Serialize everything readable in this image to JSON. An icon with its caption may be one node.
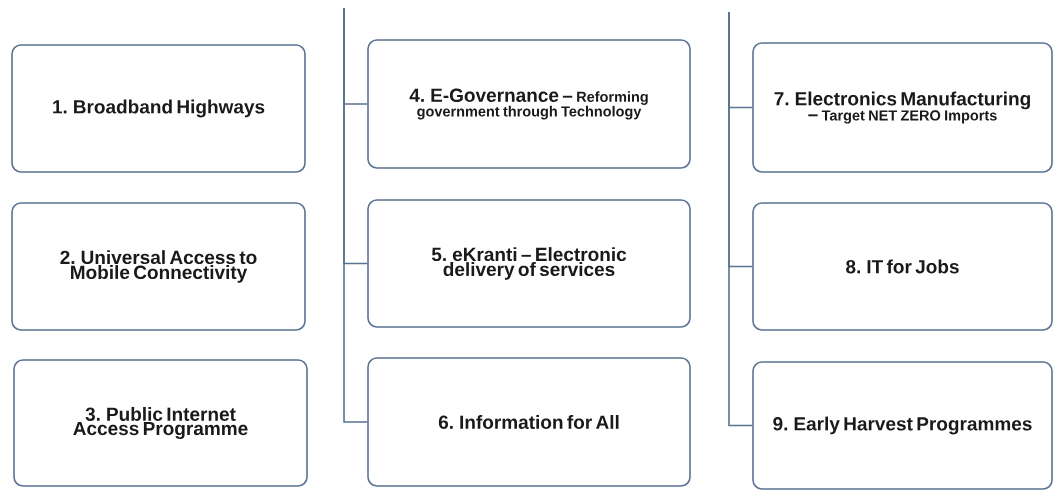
{
  "diagram": {
    "nodes": [
      {
        "text": [
          "1. Broadband Highways"
        ]
      },
      {
        "text": [
          "2. Universal Access to Mobile Connectivity"
        ]
      },
      {
        "text": [
          "3. Public Internet Access Programme"
        ]
      },
      {
        "text": [
          "4. E-Governance –",
          "Reforming government through Technology"
        ]
      },
      {
        "text": [
          "5. eKranti – Electronic delivery of services"
        ]
      },
      {
        "text": [
          "6. Information for All"
        ]
      },
      {
        "text": [
          "7. Electronics Manufacturing –",
          "Target NET ZERO Imports"
        ]
      },
      {
        "text": [
          "8. IT for Jobs"
        ]
      },
      {
        "text": [
          "9. Early Harvest Programmes"
        ]
      }
    ],
    "edges": [
      {
        "from": null,
        "to": 3,
        "arrow": "none"
      },
      {
        "from": null,
        "to": 4,
        "arrow": "none"
      },
      {
        "from": null,
        "to": 5,
        "arrow": "none"
      },
      {
        "from": null,
        "to": 6,
        "arrow": "none"
      },
      {
        "from": null,
        "to": 7,
        "arrow": "none"
      },
      {
        "from": null,
        "to": 8,
        "arrow": "none"
      }
    ]
  }
}
